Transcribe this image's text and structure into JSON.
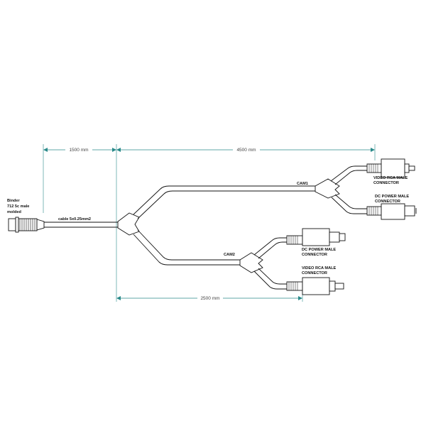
{
  "binder_label": [
    "Binder",
    "712 5c male",
    "molded"
  ],
  "cable_label": "cable 5x0.25mm2",
  "dimensions": {
    "d1": "1500 mm",
    "d2": "4500 mm",
    "d3": "2500 mm"
  },
  "branches": {
    "cam1": "CAM1",
    "cam2": "CAM2"
  },
  "connectors": {
    "cam1_video": [
      "VIDEO RCA MALE",
      "CONNECTOR"
    ],
    "cam1_power": [
      "DC POWER MALE",
      "CONNECTOR"
    ],
    "cam2_power": [
      "DC POWER MALE",
      "CONNECTOR"
    ],
    "cam2_video": [
      "VIDEO RCA MALE",
      "CONNECTOR"
    ]
  },
  "colors": {
    "line": "#111111",
    "dimension": "#2a8a8a"
  }
}
